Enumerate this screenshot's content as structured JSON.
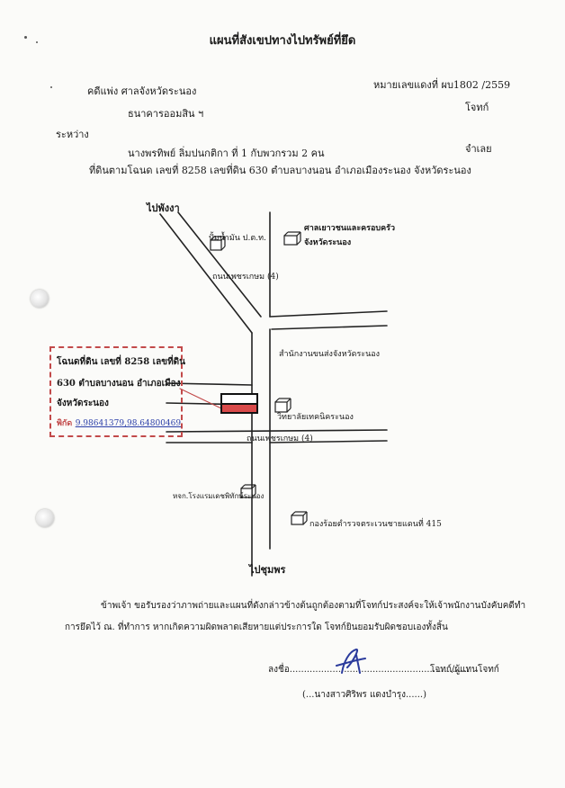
{
  "title": "แผนที่สังเขปทางไปทรัพย์ที่ยึด",
  "header": {
    "case_court": "คดีแพ่ง  ศาลจังหวัดระนอง",
    "case_number": "หมายเลขแดงที่ ผบ1802 /2559",
    "plaintiff": "ธนาคารออมสิน ฯ",
    "plaintiff_role": "โจทก์",
    "between": "ระหว่าง",
    "defendant": "นางพรทิพย์  ลิ่มปนกติกา    ที่ 1 กับพวกรวม  2  คน",
    "defendant_role": "จำเลย",
    "property": "ที่ดินตามโฉนด  เลขที่  8258  เลขที่ดิน  630  ตำบลบางนอน  อำเภอเมืองระนอง  จังหวัดระนอง"
  },
  "map": {
    "to_north": "ไปพังงา",
    "to_south": "ไปชุมพร",
    "gas_station": "ปั้มน้ำมัน ป.ต.ท.",
    "road_upper": "ถนนเพชรเกษม (4)",
    "road_lower": "ถนนเพชรเกษม (4)",
    "juvenile_court_line1": "ศาลเยาวชนและครอบครัว",
    "juvenile_court_line2": "จังหวัดระนอง",
    "transport_office": "สำนักงานขนส่งจังหวัดระนอง",
    "tech_college": "วิทยาลัยเทคนิคระนอง",
    "hotel": "หจก.โรงแรมเดชพิทักษ์ระนอง",
    "border_police": "กองร้อยตำรวจตระเวนชายแดนที่ 415"
  },
  "callout": {
    "line1": "โฉนดที่ดิน เลขที่ 8258  เลขที่ดิน",
    "line2": "630  ตำบลบางนอน  อำเภอเมือง",
    "line3": "จังหวัดระนอง",
    "coord_label": "พิกัด",
    "coord_value": "9.98641379,98.64800469"
  },
  "certification": {
    "line1": "ข้าพเจ้า ขอรับรองว่าภาพถ่ายและแผนที่ดังกล่าวข้างต้นถูกต้องตามที่โจทก์ประสงค์จะให้เจ้าพนักงานบังคับคดีทำ",
    "line2": "การยึดไว้ ณ. ที่ทำการ  หากเกิดความผิดพลาดเสียหายแต่ประการใด  โจทก์ยินยอมรับผิดชอบเองทั้งสิ้น"
  },
  "signature": {
    "sign_label": "ลงชื่อ...............................................................",
    "role": "โจทก์/ผู้แทนโจทก์",
    "name": "(...นางสาวศิริพร  แดงบำรุง......)"
  },
  "colors": {
    "callout_border": "#c24a4a",
    "property_fill": "#d94a4a",
    "coordinate_link": "#2a3ea8",
    "signature_ink": "#2b3b9c"
  },
  "icons": [
    "building-icon",
    "signature-mark",
    "punch-hole"
  ]
}
